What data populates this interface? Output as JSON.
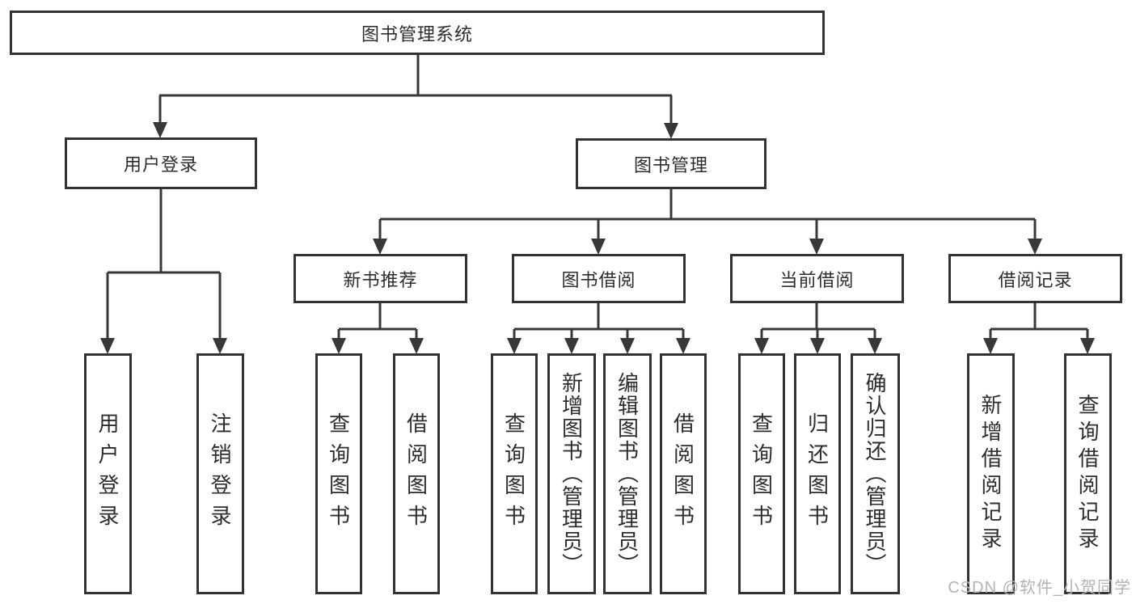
{
  "tree": {
    "root": "图书管理系统",
    "branches": [
      {
        "label": "用户登录",
        "children": [
          "用户登录",
          "注销登录"
        ]
      },
      {
        "label": "图书管理",
        "children": [
          {
            "label": "新书推荐",
            "children": [
              "查询图书",
              "借阅图书"
            ]
          },
          {
            "label": "图书借阅",
            "children": [
              "查询图书",
              "新增图书（管理员）",
              "编辑图书（管理员）",
              "借阅图书"
            ]
          },
          {
            "label": "当前借阅",
            "children": [
              "查询图书",
              "归还图书",
              "确认归还（管理员）"
            ]
          },
          {
            "label": "借阅记录",
            "children": [
              "新增借阅记录",
              "查询借阅记录"
            ]
          }
        ]
      }
    ]
  },
  "watermark": {
    "text": "CSDN @软件_小贺同学"
  },
  "colors": {
    "line": "#383838",
    "border": "#333333",
    "text": "#2d2d2d",
    "watermark": "#b3b3b3",
    "background": "#ffffff"
  }
}
